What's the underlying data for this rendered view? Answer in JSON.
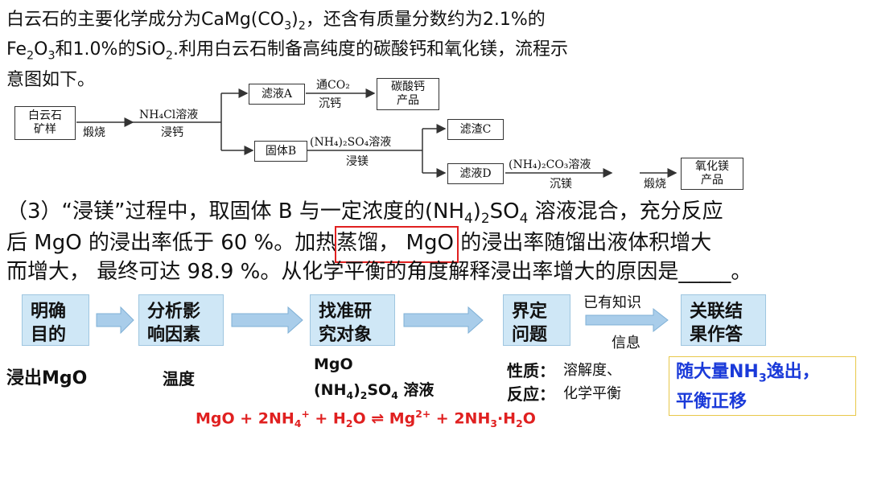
{
  "intro": {
    "line1_a": "白云石的主要化学成分为CaMg(CO",
    "line1_b": "3",
    "line1_c": ")",
    "line1_d": "2",
    "line1_e": "，还含有质量分数约为2.1%的",
    "line2_a": "Fe",
    "line2_b": "2",
    "line2_c": "O",
    "line2_d": "3",
    "line2_e": "和1.0%的SiO",
    "line2_f": "2",
    "line2_g": ".利用白云石制备高纯度的碳酸钙和氧化镁，流程示",
    "line3": "意图如下。"
  },
  "flow": {
    "ore_1": "白云石",
    "ore_2": "矿样",
    "calcine": "煅烧",
    "nh4cl": "NH₄Cl溶液",
    "leach_ca": "浸钙",
    "filtrate_a": "滤液A",
    "co2": "通CO₂",
    "precip_ca": "沉钙",
    "caco3_1": "碳酸钙",
    "caco3_2": "产品",
    "solid_b": "固体B",
    "nh4so4": "(NH₄)₂SO₄溶液",
    "leach_mg": "浸镁",
    "residue_c": "滤渣C",
    "filtrate_d": "滤液D",
    "nh4co3": "(NH₄)₂CO₃溶液",
    "precip_mg": "沉镁",
    "calcine2": "煅烧",
    "mgo_1": "氧化镁",
    "mgo_2": "产品"
  },
  "question": {
    "l1_a": "（3）“浸镁”过程中，取固体 B 与一定浓度的(NH",
    "l1_b": "4",
    "l1_c": ")",
    "l1_d": "2",
    "l1_e": "SO",
    "l1_f": "4",
    "l1_g": " 溶液混合，充分反应",
    "l2_a": "后 MgO 的浸出率低于 60 %。",
    "l2_b": "加热蒸馏，",
    "l2_c": " MgO 的浸出率随馏出液体积增大",
    "l3": "而增大，  最终可达 98.9 %。从化学平衡的角度解释浸出率增大的原因是_____。"
  },
  "steps": [
    {
      "l1": "明确",
      "l2": "目的"
    },
    {
      "l1": "分析影",
      "l2": "响因素"
    },
    {
      "l1": "找准研",
      "l2": "究对象"
    },
    {
      "l1": "界定",
      "l2": "问题"
    },
    {
      "l1": "关联结",
      "l2": "果作答"
    }
  ],
  "arrow_note_top": "已有知识",
  "arrow_note_bottom": "信息",
  "labels": {
    "purpose": "浸出MgO",
    "factor": "温度",
    "obj_1": "MgO",
    "obj_2a": "(NH",
    "obj_2b": "4",
    "obj_2c": ")",
    "obj_2d": "2",
    "obj_2e": "SO",
    "obj_2f": "4",
    "obj_2g": " 溶液",
    "prop_k": "性质：",
    "prop_v": "溶解度、",
    "react_k": "反应：",
    "react_v": "化学平衡"
  },
  "answer": {
    "l1_a": "随大量NH",
    "l1_b": "3",
    "l1_c": "逸出，",
    "l2": "平衡正移"
  },
  "equation": {
    "a": "MgO + 2NH",
    "b": "4",
    "c": "+",
    "d": " + H",
    "e": "2",
    "f": "O ⇌  Mg",
    "g": "2+",
    "h": " + 2NH",
    "i": "3",
    "j": "·H",
    "k": "2",
    "l": "O"
  },
  "colors": {
    "accent_red": "#e02020",
    "step_fill": "#cfe7f6",
    "answer_blue": "#1a3ad9",
    "answer_border": "#e8c84a",
    "arrow_blue": "#a9cdea"
  }
}
